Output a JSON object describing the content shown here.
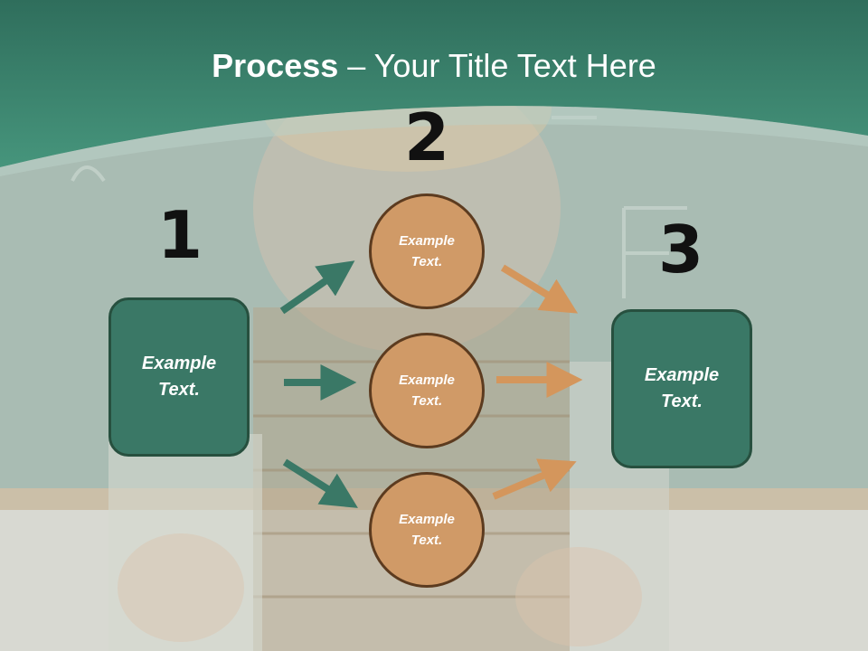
{
  "title": {
    "strong": "Process",
    "rest": " – Your Title Text Here"
  },
  "steps": {
    "one": {
      "number": "1",
      "label": "Example Text."
    },
    "two": {
      "number": "2"
    },
    "three": {
      "number": "3",
      "label": "Example Text."
    }
  },
  "circles": [
    {
      "label": "Example Text."
    },
    {
      "label": "Example Text."
    },
    {
      "label": "Example Text."
    }
  ],
  "colors": {
    "header_green": "#3d8a72",
    "box_fill": "#3a7866",
    "circle_fill": "#d09a67",
    "arrow_green": "#3a7866",
    "arrow_orange": "#d4965c"
  }
}
